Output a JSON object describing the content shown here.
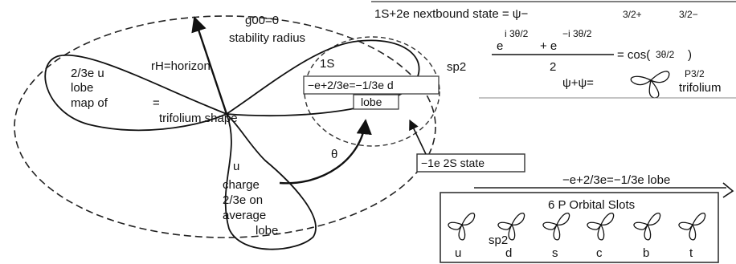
{
  "top_formula": {
    "line1": "1S+2e nextbound state = ψ−",
    "line1_tail": "3/2+",
    "line1_end": "3/2−",
    "numerator_left": "e",
    "exp_left": "i 3θ/2",
    "plus": "+ e",
    "exp_right": "−i 3θ/2",
    "denominator": "2",
    "equals_cos": "= cos(",
    "cos_arg": "3θ/2",
    "cos_close": ")",
    "psi_sum": "ψ+ψ=",
    "p32": "P3/2",
    "trifolium": "trifolium"
  },
  "circle_labels": {
    "g00": "g00=0",
    "stability": "stability radius",
    "rh": "rH=horizon",
    "lobe_u_1": "2/3e u",
    "lobe_u_2": "lobe",
    "lobe_u_3": "map of",
    "equals": "=",
    "trifolium_shape": "trifolium shape",
    "u": "u",
    "charge_1": "charge",
    "charge_2": "2/3e on",
    "charge_3": "average",
    "charge_4": "lobe",
    "theta": "θ",
    "s1": "1S",
    "sp2": "sp2",
    "box_d": "−e+2/3e=−1/3e d",
    "box_lobe": "lobe",
    "state_2s": "−1e 2S state"
  },
  "orbital_panel": {
    "arrow_label": "−e+2/3e=−1/3e lobe",
    "title": "6 P Orbital Slots",
    "sp2": "sp2",
    "flavors": [
      "u",
      "d",
      "s",
      "c",
      "b",
      "t"
    ]
  }
}
